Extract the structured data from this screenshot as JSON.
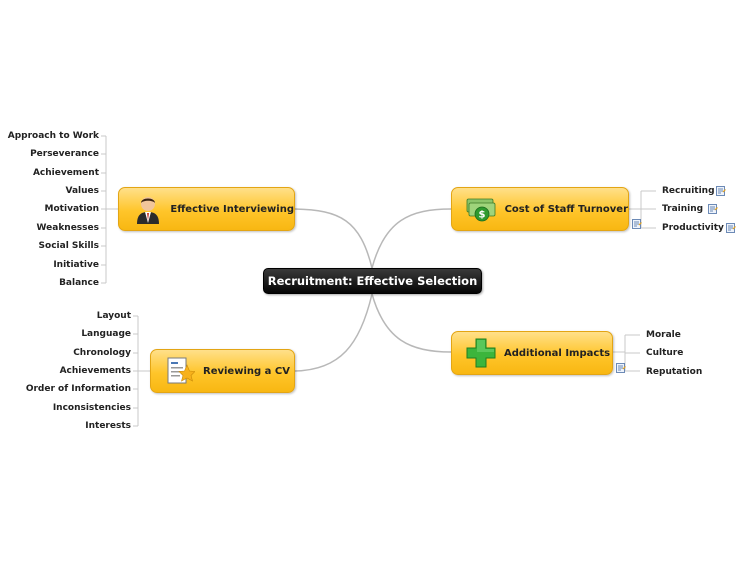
{
  "central": {
    "label": "Recruitment: Effective Selection"
  },
  "topics": {
    "interviewing": {
      "label": "Effective Interviewing",
      "icon": "businessman-icon",
      "children": [
        "Approach to Work",
        "Perseverance",
        "Achievement",
        "Values",
        "Motivation",
        "Weaknesses",
        "Social Skills",
        "Initiative",
        "Balance"
      ]
    },
    "cv": {
      "label": "Reviewing a CV",
      "icon": "document-star-icon",
      "children": [
        "Layout",
        "Language",
        "Chronology",
        "Achievements",
        "Order of Information",
        "Inconsistencies",
        "Interests"
      ]
    },
    "turnover": {
      "label": "Cost of Staff Turnover",
      "icon": "money-icon",
      "children": [
        "Recruiting",
        "Training",
        "Productivity"
      ]
    },
    "impacts": {
      "label": "Additional Impacts",
      "icon": "green-plus-icon",
      "children": [
        "Morale",
        "Culture",
        "Reputation"
      ]
    }
  },
  "colors": {
    "topic_fill": "#ffc52a",
    "topic_border": "#e3a514",
    "central_fill": "#050505",
    "connector": "#b8b8b8"
  }
}
